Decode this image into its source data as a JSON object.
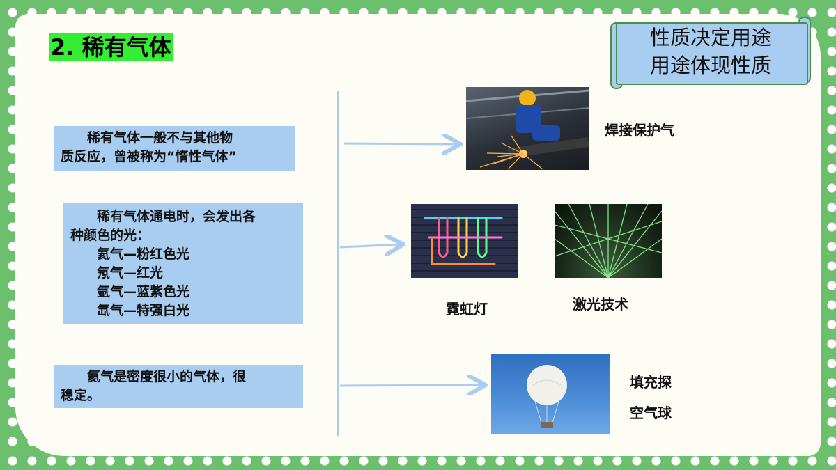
{
  "title": "2. 稀有气体",
  "scroll": {
    "line1": "性质决定用途",
    "line2": "用途体现性质"
  },
  "box1": {
    "line1": "稀有气体一般不与其他物",
    "line2": "质反应，曾被称为“惰性气体”"
  },
  "box2": {
    "line1": "稀有气体通电时，会发出各",
    "line2": "种颜色的光：",
    "items": [
      "氦气—粉红色光",
      "氖气—红光",
      "氩气—蓝紫色光",
      "氙气—特强白光"
    ]
  },
  "box3": {
    "line1": "氦气是密度很小的气体，很",
    "line2": "稳定。"
  },
  "labels": {
    "welding": "焊接保护气",
    "neon": "霓虹灯",
    "laser": "激光技术",
    "balloon_line1": "填充探",
    "balloon_line2": "空气球"
  },
  "colors": {
    "box_fill": "#a8cdf0",
    "title_highlight": "#33ee33",
    "frame_green": "#6cbf6c",
    "arrow": "#a8cdf0"
  }
}
